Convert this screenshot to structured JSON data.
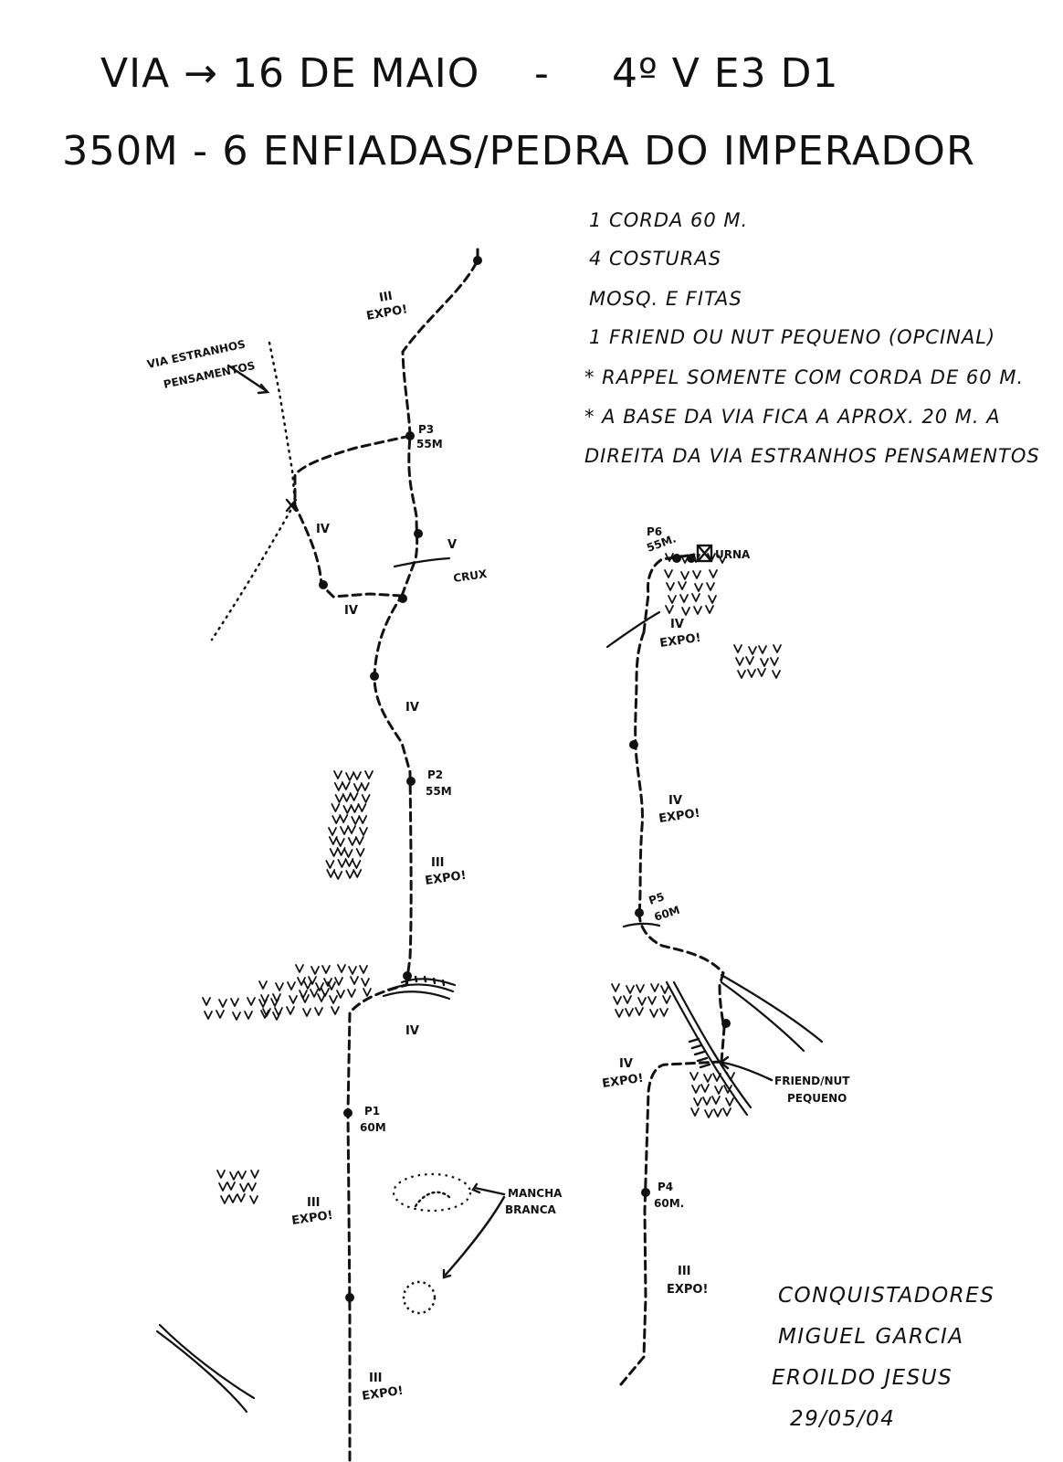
{
  "header": {
    "line1_left": "VIA → 16 DE MAIO",
    "line1_sep": "-",
    "line1_right": "4º V E3 D1",
    "line2": "350M - 6 ENFIADAS/PEDRA DO IMPERADOR"
  },
  "gear": [
    "1 CORDA 60 M.",
    "4 COSTURAS",
    "MOSQ. E FITAS",
    "1 FRIEND OU NUT PEQUENO (OPCINAL)",
    "* RAPPEL SOMENTE COM CORDA DE 60 M.",
    "* A BASE DA VIA FICA A APROX. 20 M. A",
    "DIREITA DA VIA ESTRANHOS PENSAMENTOS"
  ],
  "labels": {
    "other_route_1": "VIA ESTRANHOS",
    "other_route_2": "PENSAMENTOS",
    "crux": "CRUX",
    "urna": "URNA",
    "mancha_1": "MANCHA",
    "mancha_2": "BRANCA",
    "friend_1": "FRIEND/NUT",
    "friend_2": "PEQUENO"
  },
  "belays": [
    {
      "name": "P1",
      "length": "60M"
    },
    {
      "name": "P2",
      "length": "55M"
    },
    {
      "name": "P3",
      "length": "55M"
    },
    {
      "name": "P4",
      "length": "60M."
    },
    {
      "name": "P5",
      "length": "60M"
    },
    {
      "name": "P6",
      "length": "55M."
    }
  ],
  "grades": {
    "g_iii": "III",
    "g_iv": "IV",
    "g_v": "V",
    "expo": "EXPO!"
  },
  "credits": {
    "title": "CONQUISTADORES",
    "name_1": "MIGUEL GARCIA",
    "name_2": "EROILDO JESUS",
    "date": "29/05/04"
  }
}
